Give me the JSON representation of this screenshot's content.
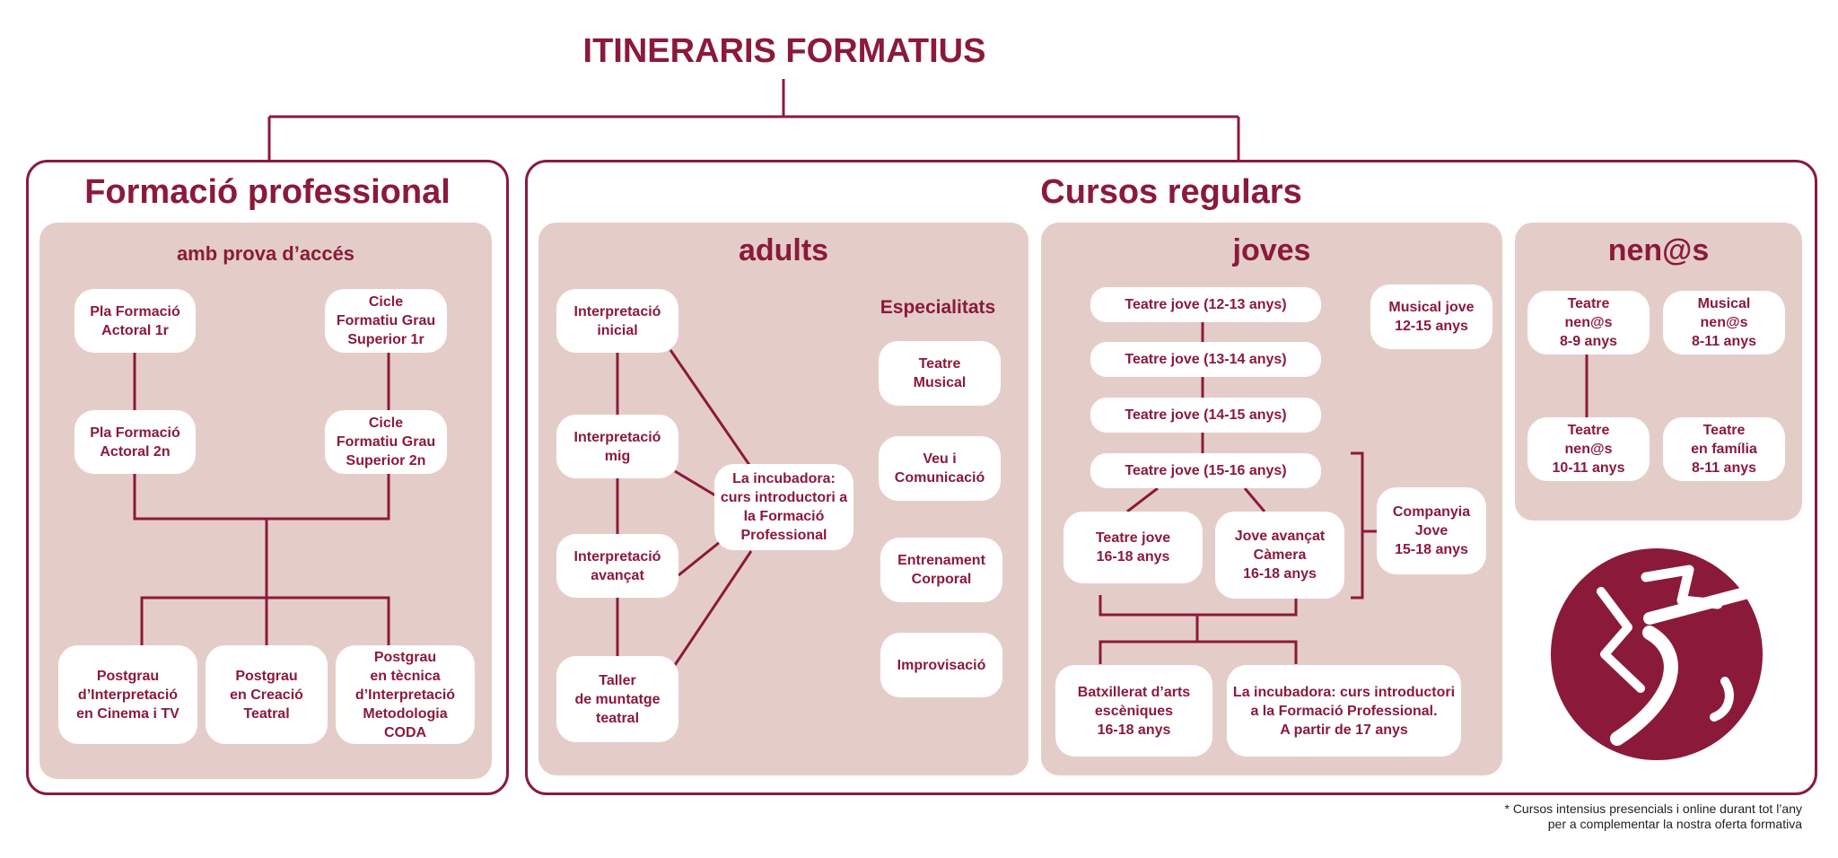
{
  "main_title": "ITINERARIS FORMATIUS",
  "colors": {
    "accent": "#8b1a3a",
    "panel": "#e4cdc9",
    "box": "#ffffff"
  },
  "professional": {
    "title": "Formació professional",
    "subtitle": "amb prova d’accés",
    "pla1": "Pla Formació\nActoral 1r",
    "pla2": "Pla Formació\nActoral 2n",
    "cicle1": "Cicle\nFormatiu Grau\nSuperior 1r",
    "cicle2": "Cicle\nFormatiu Grau\nSuperior 2n",
    "postgrau1": "Postgrau\nd’Interpretació\nen Cinema i TV",
    "postgrau2": "Postgrau\nen Creació\nTeatral",
    "postgrau3": "Postgrau\nen tècnica\nd’Interpretació\nMetodologia\nCODA"
  },
  "regulars": {
    "title": "Cursos regulars",
    "adults": {
      "title": "adults",
      "inicial": "Interpretació\ninicial",
      "mig": "Interpretació\nmig",
      "avancat": "Interpretació\navançat",
      "taller": "Taller\nde muntatge\nteatral",
      "incubadora": "La incubadora:\ncurs introductori a\nla Formació\nProfessional",
      "especialitats_title": "Especialitats",
      "especialitats": [
        "Teatre\nMusical",
        "Veu i\nComunicació",
        "Entrenament\nCorporal",
        "Improvisació"
      ]
    },
    "joves": {
      "title": "joves",
      "teatre_jove": [
        "Teatre jove (12-13 anys)",
        "Teatre jove (13-14 anys)",
        "Teatre jove (14-15 anys)",
        "Teatre jove (15-16 anys)"
      ],
      "musical_jove": "Musical jove\n12-15 anys",
      "teatre_16_18": "Teatre jove\n16-18 anys",
      "camera": "Jove avançat\nCàmera\n16-18 anys",
      "companyia": "Companyia\nJove\n15-18 anys",
      "batxillerat": "Batxillerat d’arts\nescèniques\n16-18 anys",
      "incubadora": "La incubadora: curs introductori\na la Formació Professional.\nA partir de 17 anys"
    },
    "nens": {
      "title": "nen@s",
      "teatre_8_9": "Teatre\nnen@s\n8-9 anys",
      "musical_8_11": "Musical\nnen@s\n8-11 anys",
      "teatre_10_11": "Teatre\nnen@s\n10-11 anys",
      "familia": "Teatre\nen família\n8-11 anys"
    }
  },
  "logo": {
    "icon": "dancer-logo-icon"
  },
  "footnote": "* Cursos intensius presencials i online durant tot l’any\nper a complementar la nostra oferta formativa"
}
